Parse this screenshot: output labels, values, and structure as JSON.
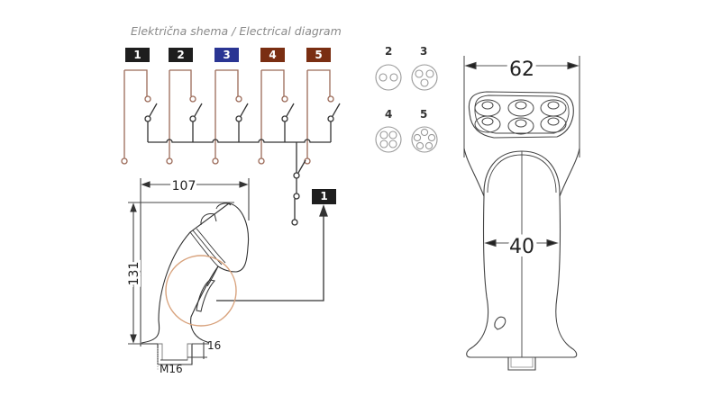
{
  "title": "Električna shema / Electrical diagram",
  "colors": {
    "black_badge": "#1e1e1e",
    "blue_badge": "#2a3593",
    "brown_badge": "#7a2e12",
    "wire_brown": "#9b6a58",
    "wire_dark": "#333333",
    "circle_highlight": "#d8a27c",
    "drawing_line": "#444444"
  },
  "wiring": {
    "badges": [
      {
        "label": "1",
        "color": "#1e1e1e"
      },
      {
        "label": "2",
        "color": "#1e1e1e"
      },
      {
        "label": "3",
        "color": "#2a3593"
      },
      {
        "label": "4",
        "color": "#7a2e12"
      },
      {
        "label": "5",
        "color": "#7a2e12"
      }
    ],
    "output_badge": {
      "label": "1",
      "color": "#1e1e1e"
    }
  },
  "connectors": [
    {
      "label": "2",
      "pins": 2
    },
    {
      "label": "3",
      "pins": 3
    },
    {
      "label": "4",
      "pins": 4
    },
    {
      "label": "5",
      "pins": 5
    }
  ],
  "side_view": {
    "width_dim": "107",
    "height_dim": "131",
    "base_dim": "16",
    "thread_dim": "M16"
  },
  "front_view": {
    "top_width_dim": "62",
    "grip_width_dim": "40"
  }
}
